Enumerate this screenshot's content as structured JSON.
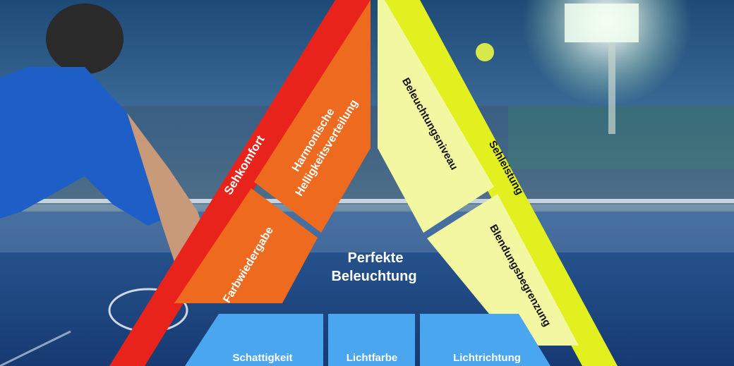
{
  "diagram": {
    "center": {
      "line1": "Perfekte",
      "line2": "Beleuchtung"
    },
    "left_side": {
      "outer_band": "Sehkomfort",
      "segment_top_line1": "Harmonische",
      "segment_top_line2": "Helligkeitsverteilung",
      "segment_bottom": "Farbwiedergabe"
    },
    "right_side": {
      "outer_band": "Sehleistung",
      "segment_top": "Beleuchtungsniveau",
      "segment_bottom": "Blendungsbegrenzung"
    },
    "bottom_boxes": [
      "Schattigkeit",
      "Lichtfarbe",
      "Lichtrichtung"
    ]
  },
  "colors": {
    "red_band": "#e8231c",
    "orange_segment": "#ee6a1f",
    "yellow_band": "#e1f01e",
    "yellow_segment": "#f3f7a2",
    "blue_box": "#4aa6ee",
    "sky": "#2b5f8f",
    "court": "#1c3f7a"
  },
  "background_icons": [
    "tennis-player",
    "tennis-ball",
    "floodlight",
    "tennis-net",
    "stadium-crowd"
  ]
}
